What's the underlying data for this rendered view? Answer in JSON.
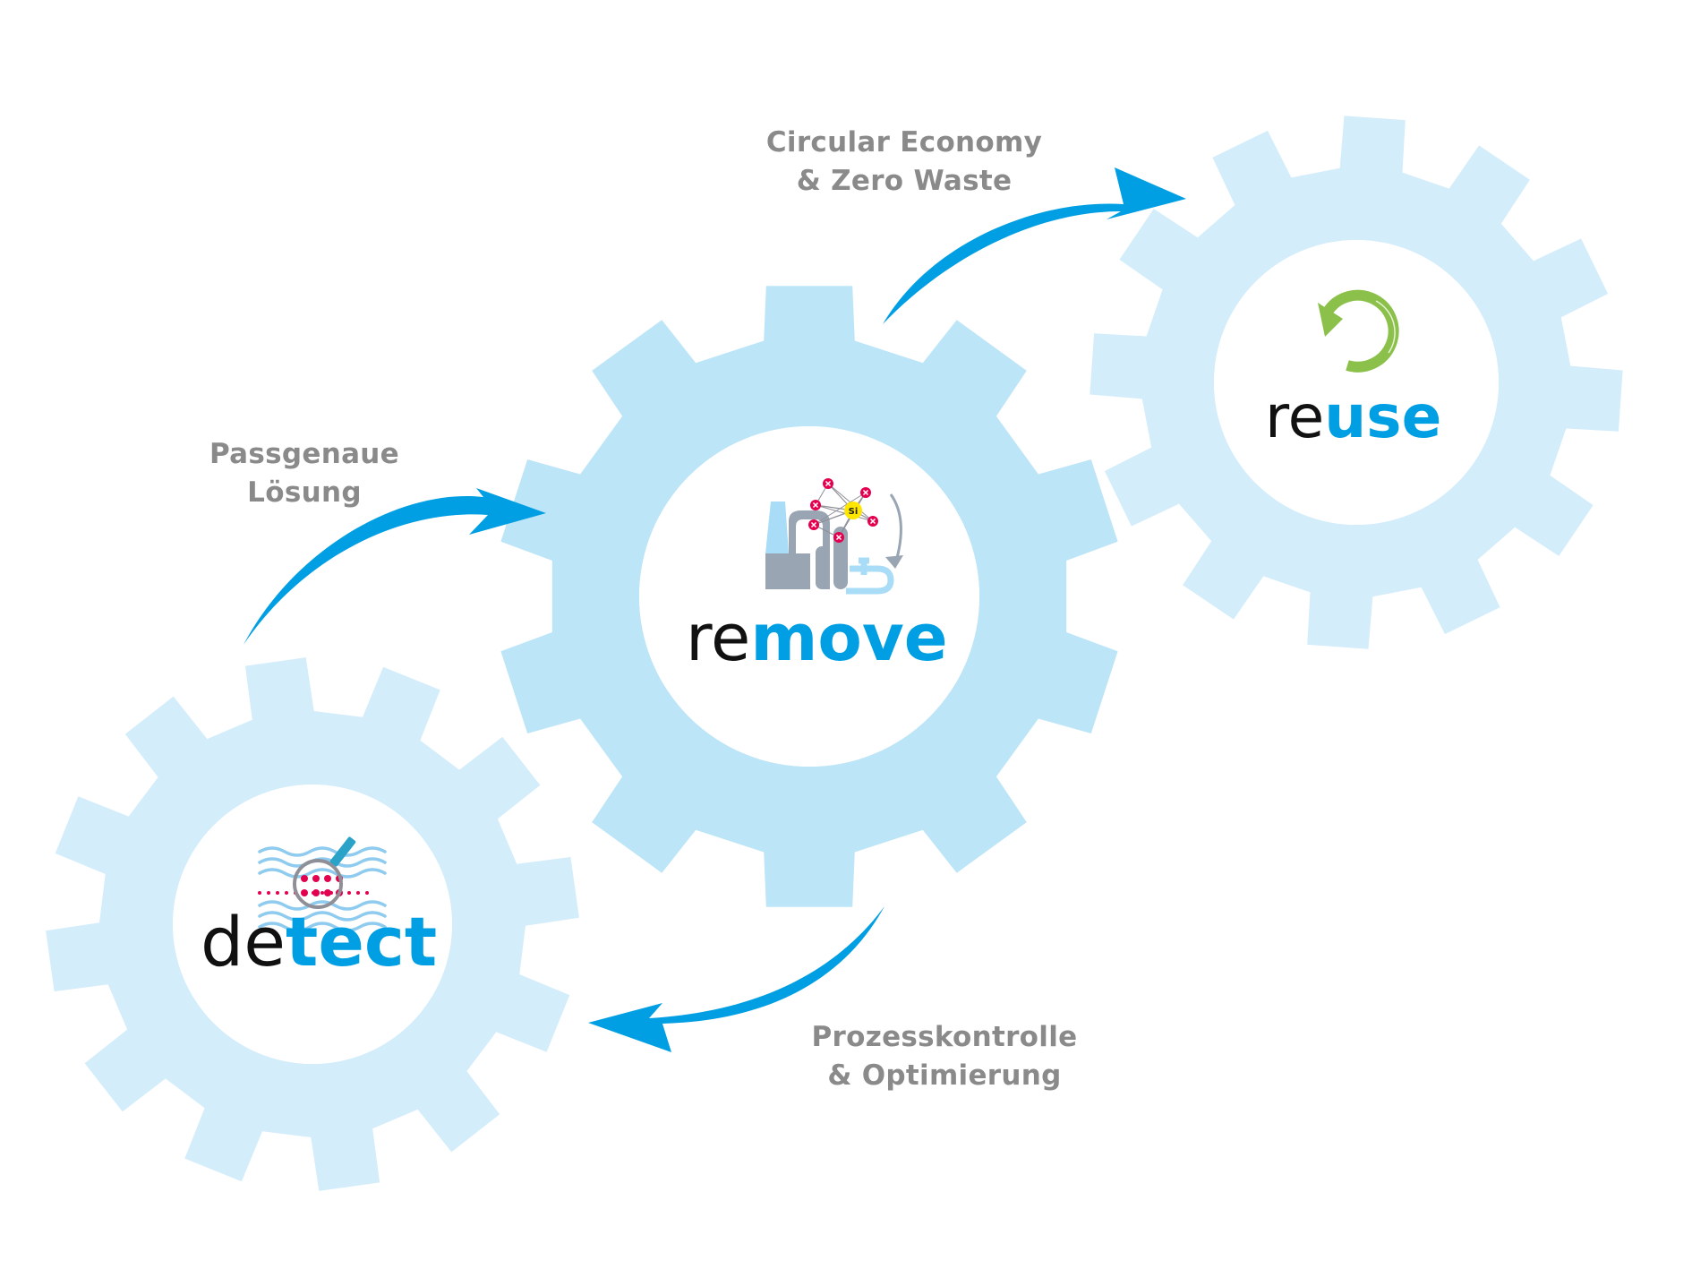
{
  "title": "detect remove reuse cycle",
  "colors": {
    "accent": "#009fe3",
    "gear_outer": "#d4edfb",
    "gear_middle": "#bde5f8",
    "caption": "#8a8a8a",
    "logo_dark": "#111111",
    "recycle_green": "#8bc04a",
    "particle_red": "#e2004f",
    "factory_gray": "#9aa5b3",
    "factory_blue": "#a9dcf6"
  },
  "gears": [
    {
      "id": "detect",
      "teeth": 12,
      "logo": {
        "pre": "de",
        "post": "tect"
      },
      "icon": "magnifier-water-icon"
    },
    {
      "id": "remove",
      "teeth": 10,
      "logo": {
        "pre": "re",
        "post": "move"
      },
      "icon": "factory-filter-icon"
    },
    {
      "id": "reuse",
      "teeth": 12,
      "logo": {
        "pre": "re",
        "post": "use"
      },
      "icon": "recycle-icon"
    }
  ],
  "captions": {
    "detect_to_remove": [
      "Passgenaue",
      "Lösung"
    ],
    "remove_to_reuse": [
      "Circular Economy",
      "& Zero Waste"
    ],
    "remove_to_detect": [
      "Prozesskontrolle",
      "& Optimierung"
    ]
  },
  "remove_icon": {
    "center_label": "Si"
  }
}
